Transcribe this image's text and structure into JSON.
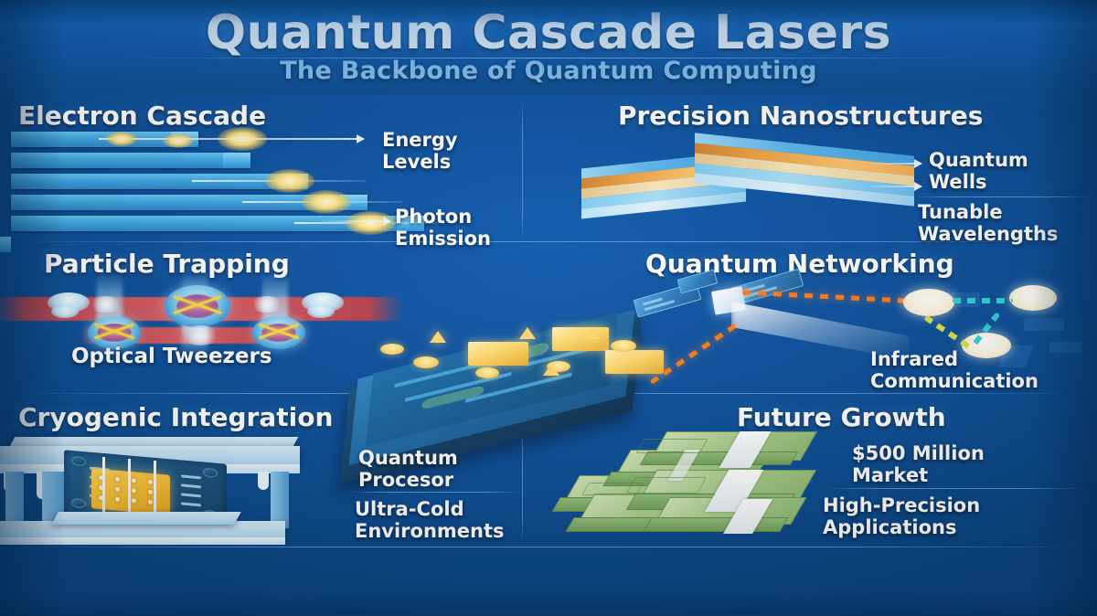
{
  "header": {
    "title": "Quantum Cascade Lasers",
    "subtitle": "The Backbone of Quantum Computing"
  },
  "theme": {
    "background_blue": "#0a4f9e",
    "header_blue": "#0c5cb4",
    "title_color": "#ffffff",
    "subtitle_color": "#8fc6f2",
    "accent_gold": "#ffd76a",
    "accent_orange": "#ff7a18",
    "accent_cyan": "#2fd0d8",
    "accent_red": "#d84040",
    "accent_green": "#8cb971"
  },
  "sections": [
    {
      "id": "electron-cascade",
      "heading": "Electron Cascade",
      "callouts": [
        {
          "id": "energy-levels",
          "lines": [
            "Energy",
            "Levels"
          ]
        },
        {
          "id": "photon-emission",
          "lines": [
            "Photon",
            "Emission"
          ]
        }
      ],
      "illustration": "staircase of six descending energy-level bars with glowing photon emissions"
    },
    {
      "id": "precision-nanostructures",
      "heading": "Precision Nanostructures",
      "callouts": [
        {
          "id": "quantum-wells",
          "lines": [
            "Quantum",
            "Wells"
          ]
        },
        {
          "id": "tunable-wavelengths",
          "lines": [
            "Tunable",
            "Wavelengths"
          ]
        }
      ],
      "illustration": "isometric stack of alternating blue and orange semiconductor layers"
    },
    {
      "id": "particle-trapping",
      "heading": "Particle Trapping",
      "callouts": [
        {
          "id": "optical-tweezers",
          "lines": [
            "Optical Tweezers"
          ]
        }
      ],
      "illustration": "red laser beams holding circular particle traps with yellow crossed beams"
    },
    {
      "id": "quantum-networking",
      "heading": "Quantum Networking",
      "callouts": [
        {
          "id": "infrared-communication",
          "lines": [
            "Infrared",
            "Communication"
          ]
        }
      ],
      "illustration": "satellite beaming orange dashed infrared links to a three-node ground network"
    },
    {
      "id": "cryogenic-integration",
      "heading": "Cryogenic Integration",
      "callouts": [
        {
          "id": "quantum-processor",
          "lines": [
            "Quantum",
            "Procesor"
          ]
        },
        {
          "id": "ultra-cold-environments",
          "lines": [
            "Ultra-Cold",
            "Environments"
          ]
        }
      ],
      "illustration": "frost-covered cryostat housing a golden quantum processor chip"
    },
    {
      "id": "future-growth",
      "heading": "Future Growth",
      "callouts": [
        {
          "id": "market-size",
          "lines": [
            "$500 Million",
            "Market"
          ]
        },
        {
          "id": "high-precision-applications",
          "lines": [
            "High-Precision",
            "Applications"
          ]
        }
      ],
      "illustration": "stacked bundles of green banknotes with white currency bands"
    }
  ],
  "center_illustration": {
    "id": "photonic-chip",
    "description": "isometric photonic quantum chip with gold waveguide couplers"
  }
}
